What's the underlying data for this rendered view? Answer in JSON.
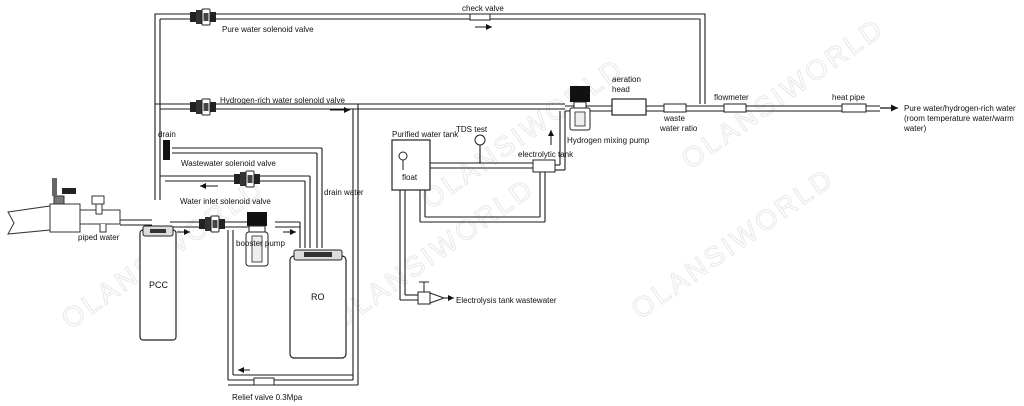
{
  "diagram": {
    "watermark": "OLANSIWORLD",
    "components": {
      "pcc": "PCC",
      "ro": "RO",
      "float": "float",
      "drain": "drain"
    },
    "labels": {
      "pure_water_solenoid_valve": "Pure water solenoid valve",
      "check_valve": "check valve",
      "hydrogen_rich_solenoid_valve": "Hydrogen-rich water solenoid valve",
      "wastewater_solenoid_valve": "Wastewater solenoid valve",
      "water_inlet_solenoid_valve": "Water inlet solenoid valve",
      "booster_pump": "booster pump",
      "drain_water": "drain water",
      "piped_water": "piped water",
      "relief_valve": "Relief valve 0.3Mpa",
      "purified_water_tank": "Purified water tank",
      "tds_test": "TDS test",
      "electrolytic_tank": "electrolytic tank",
      "electrolysis_tank_wastewater": "Electrolysis tank wastewater",
      "aeration_head_1": "aeration",
      "aeration_head_2": "head",
      "hydrogen_mixing_pump": "Hydrogen mixing pump",
      "waste_water_ratio_1": "waste",
      "waste_water_ratio_2": "water ratio",
      "flowmeter": "flowmeter",
      "heat_pipe": "heat pipe",
      "output_line_1": "Pure water/hydrogen-rich water",
      "output_line_2": "(room temperature water/warm",
      "output_line_3": "water)"
    }
  }
}
